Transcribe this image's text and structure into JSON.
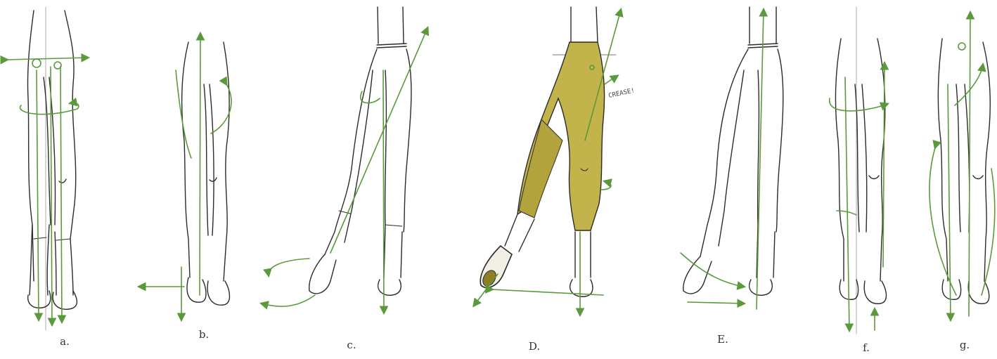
{
  "colors": {
    "ink": "#2b2b2b",
    "guide": "#5a9a3c",
    "fill": "#c2b34a",
    "fill_dark": "#8d7f26",
    "axis": "#777777"
  },
  "figures": [
    {
      "id": "a",
      "caption": "a."
    },
    {
      "id": "b",
      "caption": "b."
    },
    {
      "id": "c",
      "caption": "c."
    },
    {
      "id": "d",
      "caption": "D."
    },
    {
      "id": "e",
      "caption": "E."
    },
    {
      "id": "f",
      "caption": "f."
    },
    {
      "id": "g",
      "caption": "g."
    }
  ],
  "annotation": "CREASE!"
}
